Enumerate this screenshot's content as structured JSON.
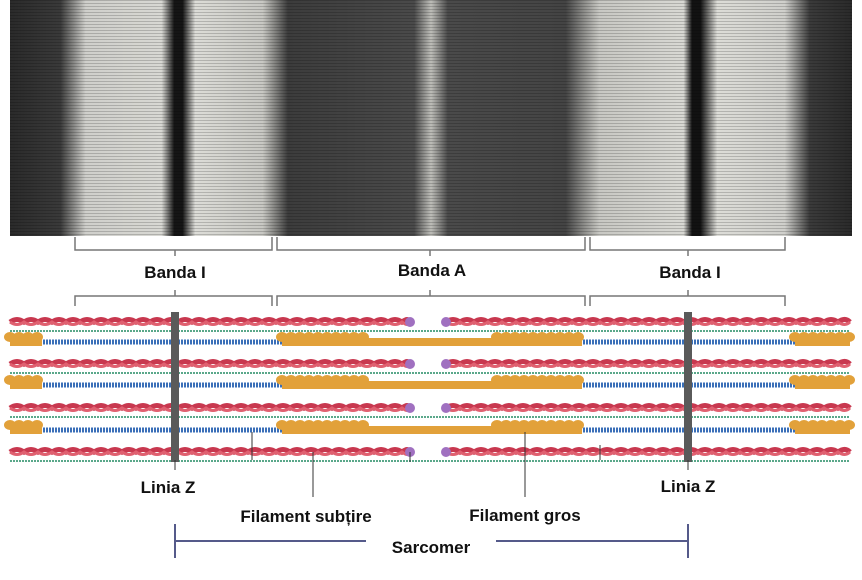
{
  "labels": {
    "band_i_left": "Banda I",
    "band_a": "Banda A",
    "band_i_right": "Banda I",
    "z_line_left": "Linia Z",
    "z_line_right": "Linia Z",
    "thin_filament": "Filament subțire",
    "thick_filament": "Filament gros",
    "sarcomere": "Sarcomer"
  },
  "colors": {
    "actin": "#c8384f",
    "titin": "#3a6fb8",
    "myosin": "#e2a13a",
    "z_line": "#5a5a5a",
    "bracket": "#555a8a",
    "tropomyosin": "#5aa88a",
    "cap": "#a070c0"
  }
}
